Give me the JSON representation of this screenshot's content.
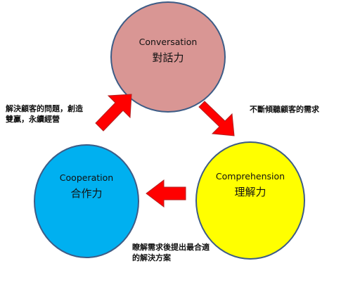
{
  "colors": {
    "conversation": "#d99694",
    "cooperation": "#00b0f0",
    "comprehension": "#ffff00",
    "arrow": "#ff0000",
    "outline": "#3d5c86"
  },
  "conversation": {
    "en": "Conversation",
    "zh": "對話力"
  },
  "comprehension": {
    "en": "Comprehension",
    "zh": "理解力"
  },
  "cooperation": {
    "en": "Cooperation",
    "zh": "合作力"
  },
  "notes": {
    "left": "解決顧客的問題，創造雙贏，永續經營",
    "right": "不斷傾聽顧客的需求",
    "bottom": "瞭解需求後提出最合適的解決方案"
  }
}
